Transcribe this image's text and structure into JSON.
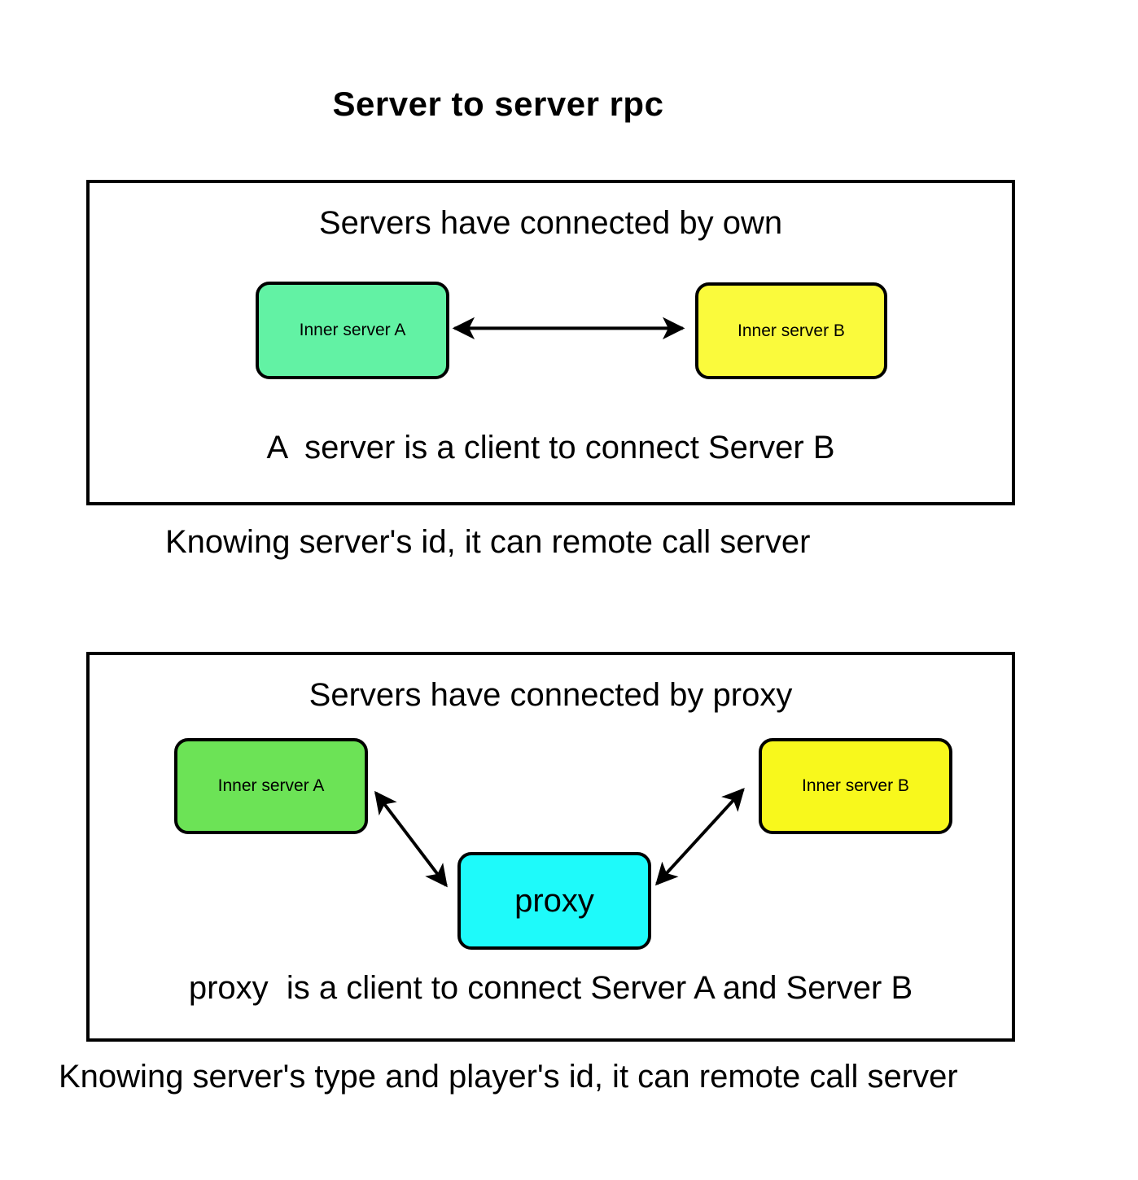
{
  "title": "Server to server rpc",
  "colors": {
    "server_a_own": "#62F2A4",
    "server_b_own": "#FAFA3C",
    "server_a_proxy": "#6CE356",
    "server_b_proxy": "#F8F81C",
    "proxy": "#1EFAFA",
    "outline": "#000000"
  },
  "panel_own": {
    "title": "Servers have connected by own",
    "server_a_label": "Inner server A",
    "server_b_label": "Inner server B",
    "caption": "A  server is a client to connect Server B"
  },
  "note_own": "Knowing server's id, it can remote call server",
  "panel_proxy": {
    "title": "Servers have connected by proxy",
    "server_a_label": "Inner server A",
    "server_b_label": "Inner server B",
    "proxy_label": "proxy",
    "caption": "proxy  is a client to connect Server A and Server B"
  },
  "note_proxy": "Knowing server's type and player's id, it can remote call server"
}
